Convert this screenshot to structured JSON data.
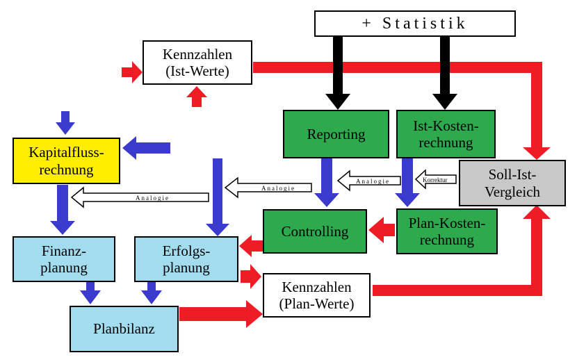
{
  "header_bar": {
    "label": "+ Statistik"
  },
  "nodes": {
    "kennzahlen_ist": "Kennzahlen\n(Ist-Werte)",
    "reporting": "Reporting",
    "ist_kosten": "Ist-Kosten-\nrechnung",
    "soll_ist": "Soll-Ist-\nVergleich",
    "kapitalfluss": "Kapitalfluss-\nrechnung",
    "controlling": "Controlling",
    "plan_kosten": "Plan-Kosten-\nrechnung",
    "finanzplanung": "Finanz-\nplanung",
    "erfolgsplanung": "Erfolgs-\nplanung",
    "kennzahlen_plan": "Kennzahlen\n(Plan-Werte)",
    "planbilanz": "Planbilanz"
  },
  "arrow_labels": {
    "analogie_left": "Analogie",
    "analogie_middle": "Analogie",
    "analogie_right": "Analogie",
    "korrektur": "Korrektur"
  },
  "colors": {
    "red": "#ee1c25",
    "blue": "#3a3acc",
    "black": "#000000",
    "green": "#2ea94e",
    "yellow": "#ffee00",
    "cyan": "#a3dcee",
    "gray": "#c8c8c8"
  }
}
